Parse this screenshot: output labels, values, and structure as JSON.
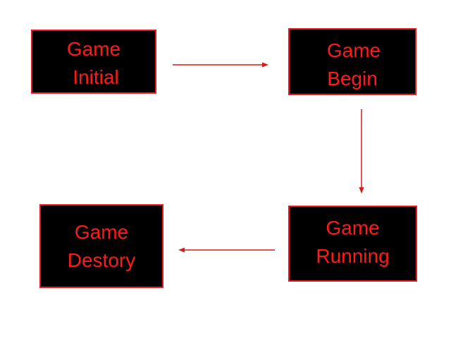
{
  "nodes": {
    "initial": {
      "line1": "Game",
      "line2": "Initial"
    },
    "begin": {
      "line1": "Game",
      "line2": "Begin"
    },
    "running": {
      "line1": "Game",
      "line2": "Running"
    },
    "destory": {
      "line1": "Game",
      "line2": "Destory"
    }
  },
  "colors": {
    "box_fill": "#000000",
    "box_border": "#e8161b",
    "text": "#ff1a1a",
    "arrow": "#d81c1c",
    "background": "#ffffff"
  }
}
